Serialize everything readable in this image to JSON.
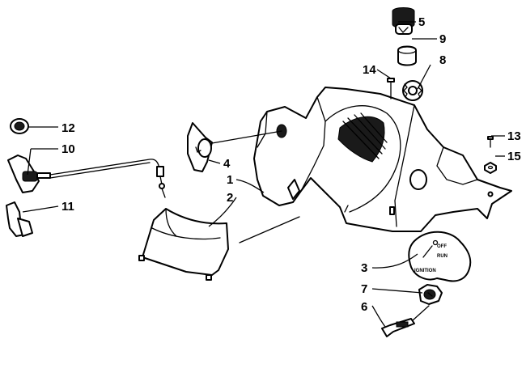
{
  "diagram": {
    "callouts": [
      {
        "id": "1",
        "label": "1"
      },
      {
        "id": "2",
        "label": "2"
      },
      {
        "id": "3",
        "label": "3"
      },
      {
        "id": "4",
        "label": "4"
      },
      {
        "id": "5",
        "label": "5"
      },
      {
        "id": "6",
        "label": "6"
      },
      {
        "id": "7",
        "label": "7"
      },
      {
        "id": "8",
        "label": "8"
      },
      {
        "id": "9",
        "label": "9"
      },
      {
        "id": "10",
        "label": "10"
      },
      {
        "id": "11",
        "label": "11"
      },
      {
        "id": "12",
        "label": "12"
      },
      {
        "id": "13",
        "label": "13"
      },
      {
        "id": "14",
        "label": "14"
      },
      {
        "id": "15",
        "label": "15"
      }
    ],
    "switch_plate": {
      "off": "OFF",
      "run": "RUN",
      "ignition": "IGNITION"
    }
  }
}
